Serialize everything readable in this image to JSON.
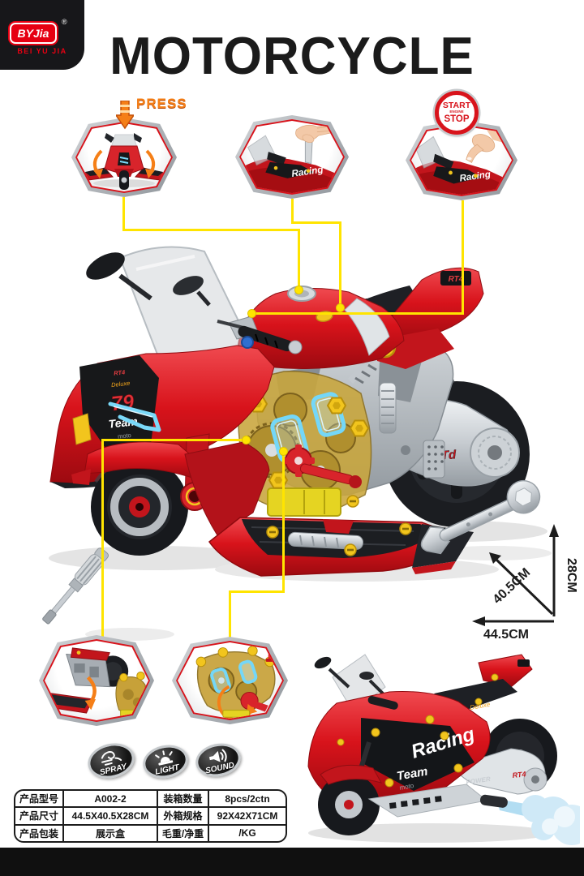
{
  "brand": {
    "logo_text": "BYJia",
    "registered_mark": "®",
    "name": "BEI YU JIA"
  },
  "title": "MOTORCYCLE",
  "callouts": {
    "press": {
      "label": "PRESS"
    },
    "start_stop": {
      "line1": "START",
      "line2": "ENGINE",
      "line3": "STOP"
    }
  },
  "decals": {
    "team": "Team",
    "number": "79",
    "deluxe": "Deluxe",
    "moto": "moto",
    "rt4": "RT4",
    "rtd": "RTd",
    "racing": "Racing",
    "power": "POWER"
  },
  "dimensions": {
    "height": "28CM",
    "diagonal": "40.5CM",
    "length": "44.5CM"
  },
  "features": [
    {
      "label": "SPRAY"
    },
    {
      "label": "LIGHT"
    },
    {
      "label": "SOUND"
    }
  ],
  "spec_table": {
    "rows": [
      {
        "cells": [
          "产品型号",
          "A002-2",
          "装箱数量",
          "8pcs/2ctn"
        ]
      },
      {
        "cells": [
          "产品尺寸",
          "44.5X40.5X28CM",
          "外箱规格",
          "92X42X71CM"
        ]
      },
      {
        "cells": [
          "产品包装",
          "展示盒",
          "毛重/净重",
          "/KG"
        ]
      }
    ]
  },
  "colors": {
    "brand_red": "#e60012",
    "bike_red": "#d8131b",
    "accent_yellow": "#ffe400",
    "orange": "#f57f17",
    "engine_amber": "#c7a139",
    "glow_blue": "#74d7f8",
    "screw_gold": "#f2c51d"
  }
}
